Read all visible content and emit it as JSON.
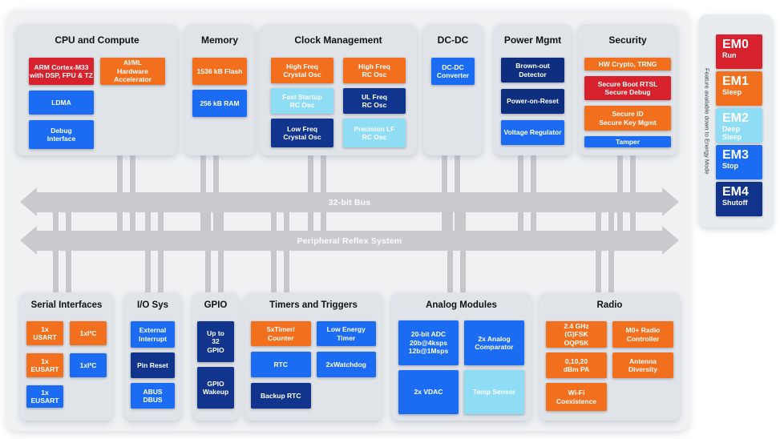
{
  "diagram": {
    "buses": [
      {
        "label": "32-bit Bus"
      },
      {
        "label": "Peripheral Reflex System"
      }
    ],
    "energy_panel": {
      "side_label": "Feature available down to Energy Mode",
      "modes": [
        {
          "name": "EM0",
          "desc": "Run",
          "color": "#d7212d"
        },
        {
          "name": "EM1",
          "desc": "Sleep",
          "color": "#f16f1d"
        },
        {
          "name": "EM2",
          "desc": "Deep\nSleep",
          "color": "#8eddf5"
        },
        {
          "name": "EM3",
          "desc": "Stop",
          "color": "#1b6cf2"
        },
        {
          "name": "EM4",
          "desc": "Shutoff",
          "color": "#11338a"
        }
      ]
    },
    "colors": {
      "red": "#d7212d",
      "orange": "#f16f1d",
      "blue": "#1b6cf2",
      "navy": "#11358d",
      "navy2": "#0e2f7f",
      "cyan": "#8eddf5",
      "bus": "#c9cbce",
      "panel": "#eff1f3",
      "card": "#e0e4e9"
    },
    "sections": [
      {
        "id": "cpu",
        "title": "CPU and Compute",
        "blocks": [
          {
            "label": "ARM Cortex-M33\nwith DSP, FPU & TZ",
            "color": "red"
          },
          {
            "label": "AI/ML\nHardware\nAccelerator",
            "color": "orange"
          },
          {
            "label": "LDMA",
            "color": "blue"
          },
          {
            "label": "Debug\nInterface",
            "color": "blue"
          }
        ]
      },
      {
        "id": "memory",
        "title": "Memory",
        "blocks": [
          {
            "label": "1536 kB Flash",
            "color": "orange"
          },
          {
            "label": "256 kB RAM",
            "color": "blue"
          }
        ]
      },
      {
        "id": "clock",
        "title": "Clock Management",
        "blocks": [
          {
            "label": "High Freq\nCrystal Osc",
            "color": "orange"
          },
          {
            "label": "High Freq\nRC Osc",
            "color": "orange"
          },
          {
            "label": "Fast Startup\nRC Osc",
            "color": "cyan"
          },
          {
            "label": "UL Freq\nRC Osc",
            "color": "navy"
          },
          {
            "label": "Low Freq\nCrystal Osc",
            "color": "navy"
          },
          {
            "label": "Precision LF\nRC Osc",
            "color": "cyan"
          }
        ]
      },
      {
        "id": "dcdc",
        "title": "DC-DC",
        "blocks": [
          {
            "label": "DC-DC\nConverter",
            "color": "blue"
          }
        ]
      },
      {
        "id": "power",
        "title": "Power Mgmt",
        "blocks": [
          {
            "label": "Brown-out\nDetector",
            "color": "navy2"
          },
          {
            "label": "Power-on-Reset",
            "color": "navy2"
          },
          {
            "label": "Voltage Regulator",
            "color": "blue"
          }
        ]
      },
      {
        "id": "security",
        "title": "Security",
        "blocks": [
          {
            "label": "HW Crypto, TRNG",
            "color": "orange"
          },
          {
            "label": "Secure Boot RTSL\nSecure Debug",
            "color": "red"
          },
          {
            "label": "Secure ID\nSecure Key Mgmt",
            "color": "orange"
          },
          {
            "label": "Tamper",
            "color": "blue"
          }
        ]
      },
      {
        "id": "serial",
        "title": "Serial Interfaces",
        "blocks": [
          {
            "label": "1x\nUSART",
            "color": "orange"
          },
          {
            "label": "1xI²C",
            "color": "orange"
          },
          {
            "label": "1x\nEUSART",
            "color": "orange"
          },
          {
            "label": "1xI²C",
            "color": "blue"
          },
          {
            "label": "1x\nEUSART",
            "color": "blue"
          }
        ]
      },
      {
        "id": "io",
        "title": "I/O Sys",
        "blocks": [
          {
            "label": "External\nInterrupt",
            "color": "blue"
          },
          {
            "label": "Pin Reset",
            "color": "navy"
          },
          {
            "label": "ABUS\nDBUS",
            "color": "blue"
          }
        ]
      },
      {
        "id": "gpio",
        "title": "GPIO",
        "blocks": [
          {
            "label": "Up to\n32\nGPIO",
            "color": "navy"
          },
          {
            "label": "GPIO\nWakeup",
            "color": "navy"
          }
        ]
      },
      {
        "id": "timers",
        "title": "Timers and Triggers",
        "blocks": [
          {
            "label": "5xTimer/\nCounter",
            "color": "orange"
          },
          {
            "label": "Low Energy\nTimer",
            "color": "blue"
          },
          {
            "label": "RTC",
            "color": "blue"
          },
          {
            "label": "2xWatchdog",
            "color": "blue"
          },
          {
            "label": "Backup RTC",
            "color": "navy"
          }
        ]
      },
      {
        "id": "analog",
        "title": "Analog Modules",
        "blocks": [
          {
            "label": "20-bit ADC\n20b@4ksps\n12b@1Msps",
            "color": "blue"
          },
          {
            "label": "2x Analog\nComparator",
            "color": "blue"
          },
          {
            "label": "2x VDAC",
            "color": "blue"
          },
          {
            "label": "Temp Sensor",
            "color": "cyan"
          }
        ]
      },
      {
        "id": "radio",
        "title": "Radio",
        "blocks": [
          {
            "label": "2.4 GHz\n(G)FSK\nOQPSK",
            "color": "orange"
          },
          {
            "label": "M0+ Radio\nController",
            "color": "orange"
          },
          {
            "label": "0,10,20\ndBm PA",
            "color": "orange"
          },
          {
            "label": "Antenna\nDiversity",
            "color": "orange"
          },
          {
            "label": "Wi-Fi\nCoexistence",
            "color": "orange"
          }
        ]
      }
    ]
  }
}
